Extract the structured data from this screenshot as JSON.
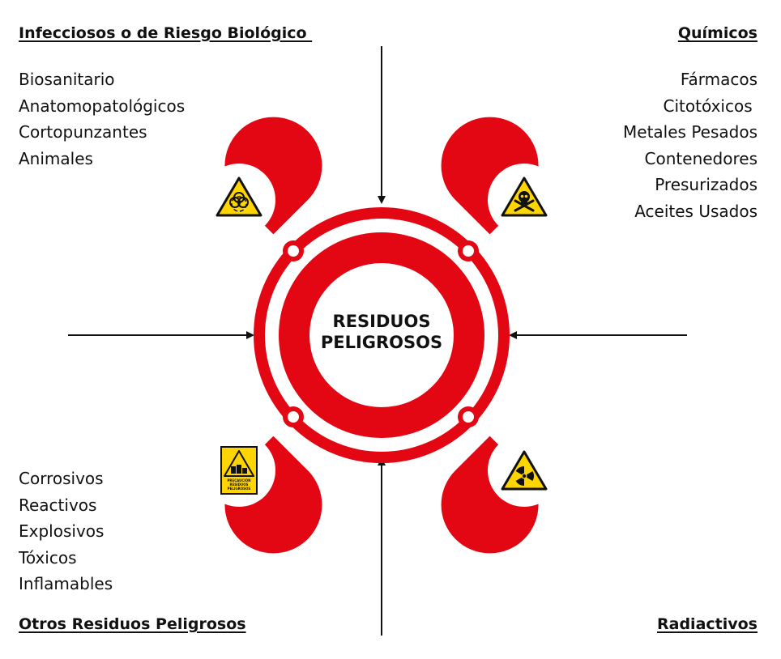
{
  "colors": {
    "accent": "#E30613",
    "warning_yellow": "#FFD500",
    "ink": "#111111"
  },
  "center": {
    "line1": "RESIDUOS",
    "line2": "PELIGROSOS"
  },
  "quadrants": {
    "top_left": {
      "heading": "Infecciosos o de Riesgo Biológico ",
      "items": [
        "Biosanitario",
        "Anatomopatológicos",
        "Cortopunzantes",
        "Animales"
      ],
      "icon": "biohazard-icon"
    },
    "top_right": {
      "heading": "Químicos",
      "items": [
        "Fármacos",
        "Citotóxicos ",
        "Metales Pesados",
        "Contenedores",
        "Presurizados",
        "Aceites Usados"
      ],
      "icon": "skull-crossbones-icon"
    },
    "bottom_left": {
      "heading": "Otros Residuos Peligrosos",
      "items": [
        "Corrosivos",
        "Reactivos",
        "Explosivos",
        "Tóxicos",
        "Inflamables"
      ],
      "icon": "hazardous-waste-sign-icon",
      "sign_text": [
        "PRECAUCIÓN",
        "RESIDUOS",
        "PELIGROSOS"
      ]
    },
    "bottom_right": {
      "heading": "Radiactivos",
      "items": [],
      "icon": "radiation-icon"
    }
  }
}
